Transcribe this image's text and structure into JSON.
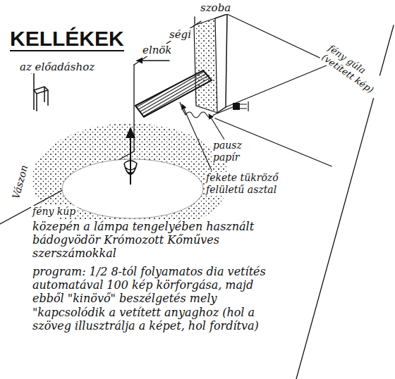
{
  "diagram": {
    "title": "KELLÉKEK",
    "labels": [
      "az előadáshoz",
      "elnök",
      "ségi",
      "szoba",
      "fény gúla (vetített kép)",
      "Vászon",
      "pausz papír",
      "fekete tükröző felületű asztal",
      "fény kúp",
      "közepén a lámpa tengelyében használt bádogvödör Krómozott Kőműves szerszámokkal",
      "program: 1/2 8-tól folyamatos dia vetítés automatával 100 kép körforgása, majd ebből \"kinövő\" beszélgetés mely \"kapcsolódik a vetített anyaghoz (hol a szöveg illusztrálja a képet, hol fordítva)"
    ]
  }
}
